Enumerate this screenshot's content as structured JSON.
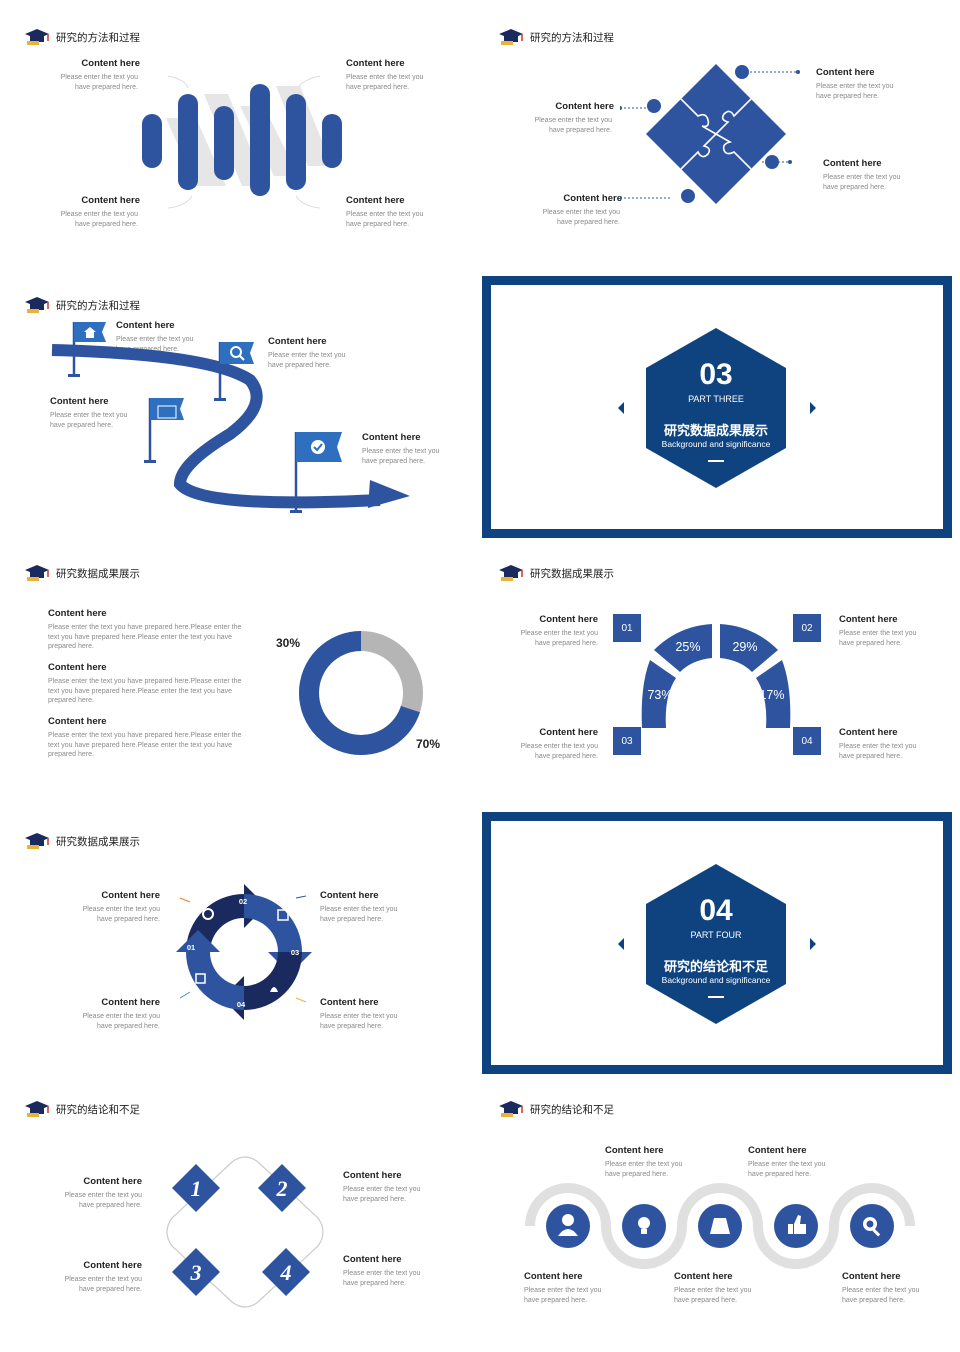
{
  "colors": {
    "primary": "#2e54a0",
    "dark": "#0e437f",
    "navy": "#1b2a5e",
    "grey": "#b5b5b5",
    "light": "#e2e2e2"
  },
  "common": {
    "content_label": "Content here",
    "desc": "Please enter the text you have prepared here.",
    "long_desc": "Please enter the text you have prepared here.Please enter the text you have prepared here.Please enter the text you have prepared here."
  },
  "headings": {
    "method": "研究的方法和过程",
    "data": "研究数据成果展示",
    "conclusion": "研究的结论和不足"
  },
  "section3": {
    "num": "03",
    "part": "PART THREE",
    "title": "研究数据成果展示",
    "subtitle": "Background and significance"
  },
  "section4": {
    "num": "04",
    "part": "PART FOUR",
    "title": "研究的结论和不足",
    "subtitle": "Background and significance"
  },
  "donut": {
    "label_small": "30%",
    "label_big": "70%",
    "values": [
      30,
      70
    ]
  },
  "arc": {
    "tiles": [
      "01",
      "02",
      "03",
      "04"
    ],
    "percents": [
      "25%",
      "29%",
      "73%",
      "17%"
    ]
  },
  "cycle": {
    "numbers": [
      "01",
      "02",
      "03",
      "04"
    ]
  },
  "diamonds": [
    "1",
    "2",
    "3",
    "4"
  ],
  "icons": [
    "user-icon",
    "lightbulb-icon",
    "money-bag-icon",
    "thumbs-up-icon",
    "gear-search-icon"
  ]
}
